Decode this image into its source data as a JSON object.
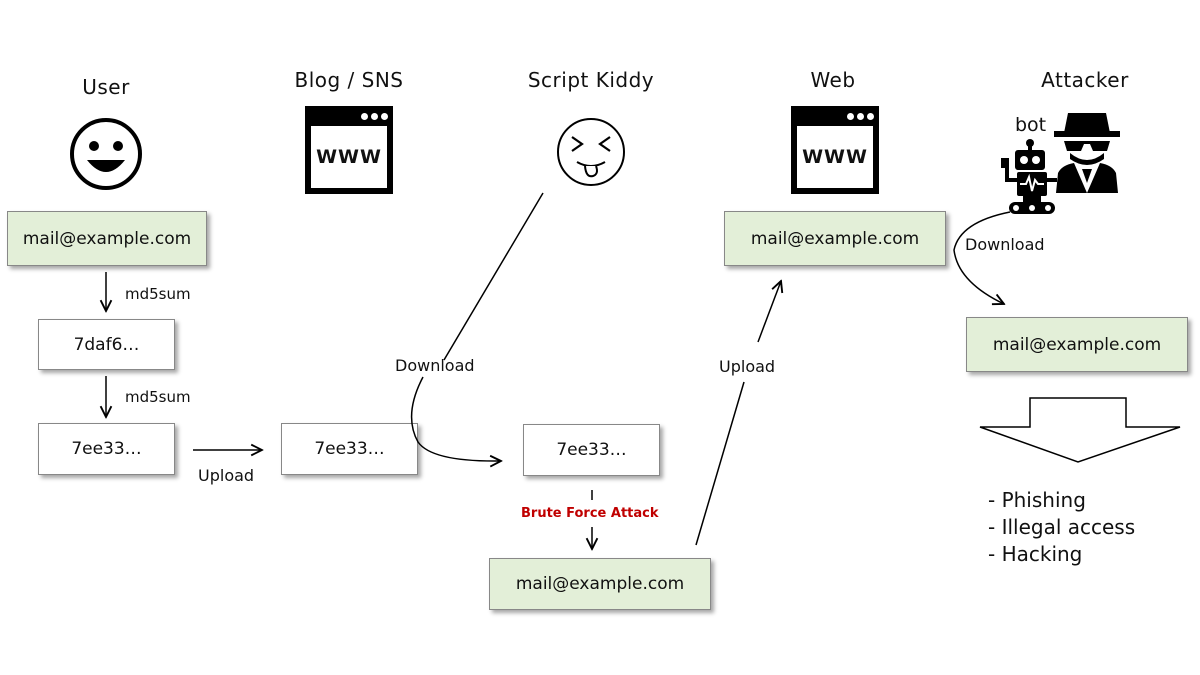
{
  "actors": {
    "user": "User",
    "blog": "Blog / SNS",
    "kiddy": "Script Kiddy",
    "web": "Web",
    "attacker": "Attacker",
    "bot": "bot"
  },
  "browser_text": "WWW",
  "boxes": {
    "user_email": "mail@example.com",
    "hash1": "7daf6…",
    "hash2": "7ee33…",
    "blog_hash": "7ee33…",
    "kiddy_hash": "7ee33…",
    "cracked_email": "mail@example.com",
    "web_email": "mail@example.com",
    "attacker_email": "mail@example.com"
  },
  "labels": {
    "md5sum_1": "md5sum",
    "md5sum_2": "md5sum",
    "upload_1": "Upload",
    "download_1": "Download",
    "brute_force": "Brute Force Attack",
    "upload_2": "Upload",
    "download_2": "Download"
  },
  "threats": [
    "- Phishing",
    "- Illegal access",
    "- Hacking"
  ],
  "colors": {
    "box_green": "#e3efd8",
    "attack_red": "#c00000"
  }
}
